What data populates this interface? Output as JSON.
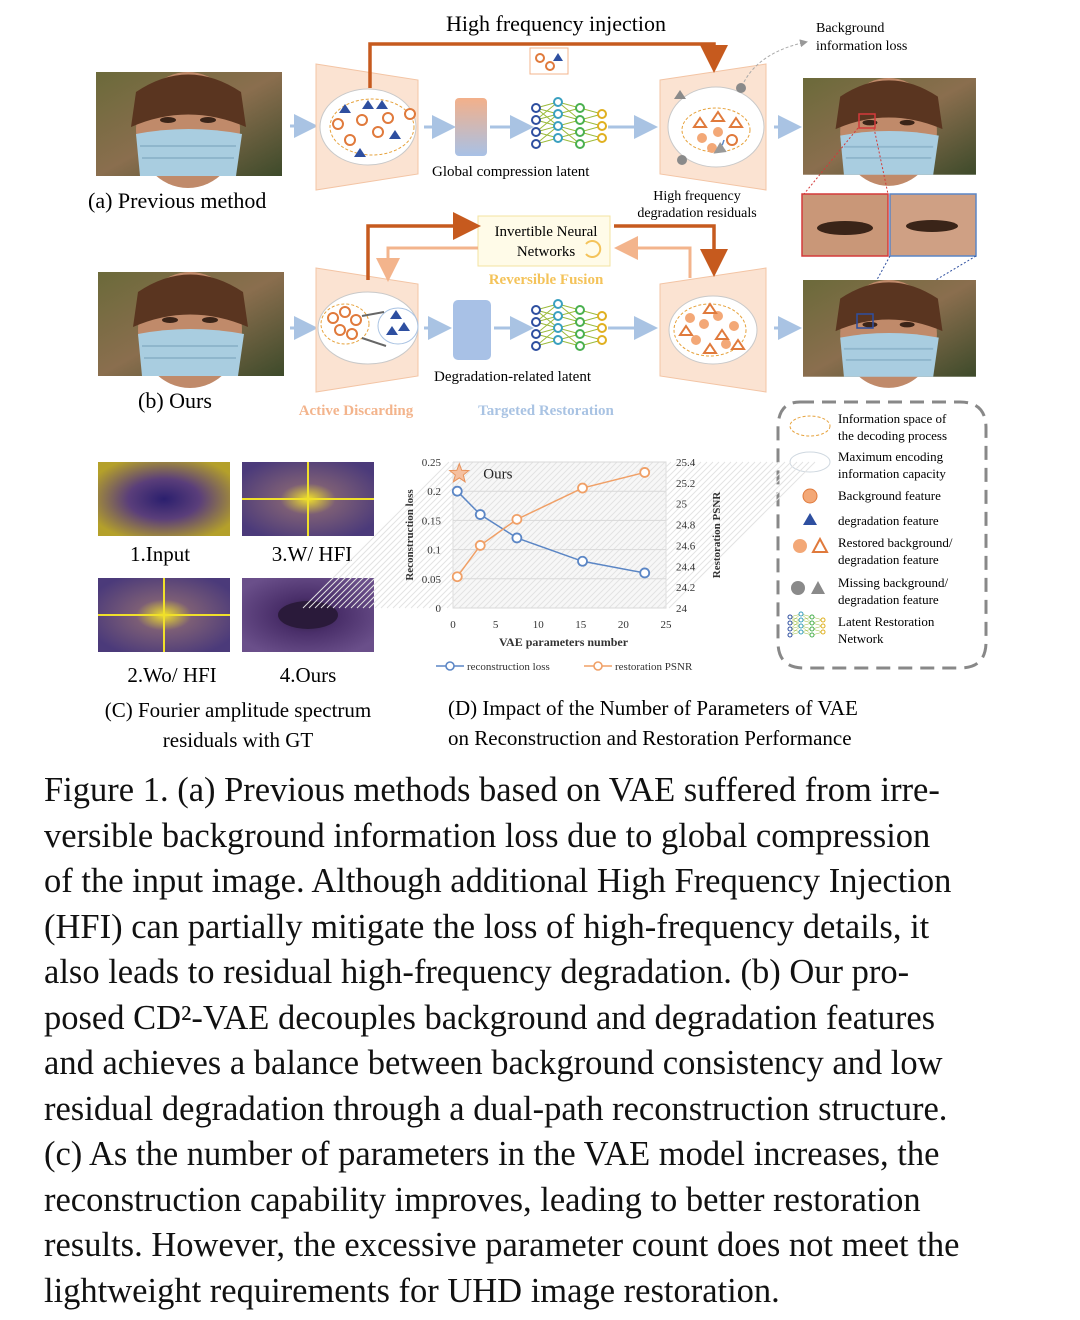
{
  "panel_a": {
    "label": "(a) Previous method",
    "hfi_title": "High frequency injection",
    "latent_label": "Global compression latent",
    "bg_loss_label": [
      "Background",
      "information loss"
    ],
    "hf_residual_label": [
      "High frequency",
      "degradation residuals"
    ]
  },
  "panel_b": {
    "label": "(b) Ours",
    "inn_label": [
      "Invertible Neural",
      "Networks"
    ],
    "reversible_fusion": "Reversible Fusion",
    "latent_label": "Degradation-related latent",
    "active_discarding": "Active Discarding",
    "targeted_restoration": "Targeted Restoration"
  },
  "legend": {
    "items": [
      [
        "Information space of",
        "the decoding process"
      ],
      [
        "Maximum encoding",
        "information capacity"
      ],
      [
        "Background feature"
      ],
      [
        "degradation feature"
      ],
      [
        "Restored background/",
        "degradation feature"
      ],
      [
        "Missing background/",
        "degradation feature"
      ],
      [
        "Latent Restoration",
        "Network"
      ]
    ]
  },
  "panel_c": {
    "labels": [
      "1.Input",
      "3.W/ HFI",
      "2.Wo/ HFI",
      "4.Ours"
    ],
    "caption": [
      "(C) Fourier amplitude spectrum",
      "residuals with GT"
    ]
  },
  "panel_d": {
    "caption": [
      "(D) Impact of the Number of Parameters of VAE",
      "on Reconstruction and Restoration Performance"
    ]
  },
  "chart_data": {
    "type": "line",
    "xlabel": "VAE parameters number",
    "ylabel_left": "Reconstruction loss",
    "ylabel_right": "Restoration PSNR",
    "xlim": [
      0,
      25
    ],
    "ylim_left": [
      0,
      0.25
    ],
    "ylim_right": [
      24,
      25.4
    ],
    "x_ticks": [
      "0",
      "5",
      "10",
      "15",
      "20",
      "25"
    ],
    "y_ticks_left": [
      "0",
      "0.05",
      "0.1",
      "0.15",
      "0.2",
      "0.25"
    ],
    "y_ticks_right": [
      "24",
      "24.2",
      "24.4",
      "24.6",
      "24.8",
      "25",
      "25.2",
      "25.4"
    ],
    "ours_label": "Ours",
    "ours_point": {
      "x": 0.5,
      "y": 0.23
    },
    "series": [
      {
        "name": "reconstruction loss",
        "axis": "left",
        "color": "#5b86c5",
        "x": [
          0.5,
          3.2,
          7.5,
          15.2,
          22.5
        ],
        "y": [
          0.2,
          0.16,
          0.12,
          0.08,
          0.06
        ]
      },
      {
        "name": "restoration PSNR",
        "axis": "right",
        "color": "#f0a067",
        "x": [
          0.5,
          3.2,
          7.5,
          15.2,
          22.5
        ],
        "y": [
          24.3,
          24.6,
          24.85,
          25.15,
          25.3
        ]
      }
    ],
    "grid": true,
    "legend_position": "bottom"
  },
  "caption": {
    "lines": [
      "Figure 1. (a) Previous methods based on VAE suffered from irre-",
      "versible background information loss due to global compression",
      "of the input image. Although additional High Frequency Injection",
      "(HFI) can partially mitigate the loss of high-frequency details, it",
      "also leads to residual high-frequency degradation.  (b) Our pro-",
      "posed CD²-VAE decouples background and degradation features",
      "and achieves a balance between background consistency and low",
      "residual degradation through a dual-path reconstruction structure.",
      "(c) As the number of parameters in the VAE model increases, the",
      "reconstruction capability improves, leading to better restoration",
      "results. However, the excessive parameter count does not meet the",
      "lightweight requirements for UHD image restoration."
    ]
  },
  "colors": {
    "orange_dark": "#c65a1e",
    "orange_light": "#f0a067",
    "blue_arrow": "#a9c3e3",
    "blue_feature": "#2e4fa0",
    "module_fill": "#fbe3d2",
    "fusion_text": "#f4c35a"
  }
}
